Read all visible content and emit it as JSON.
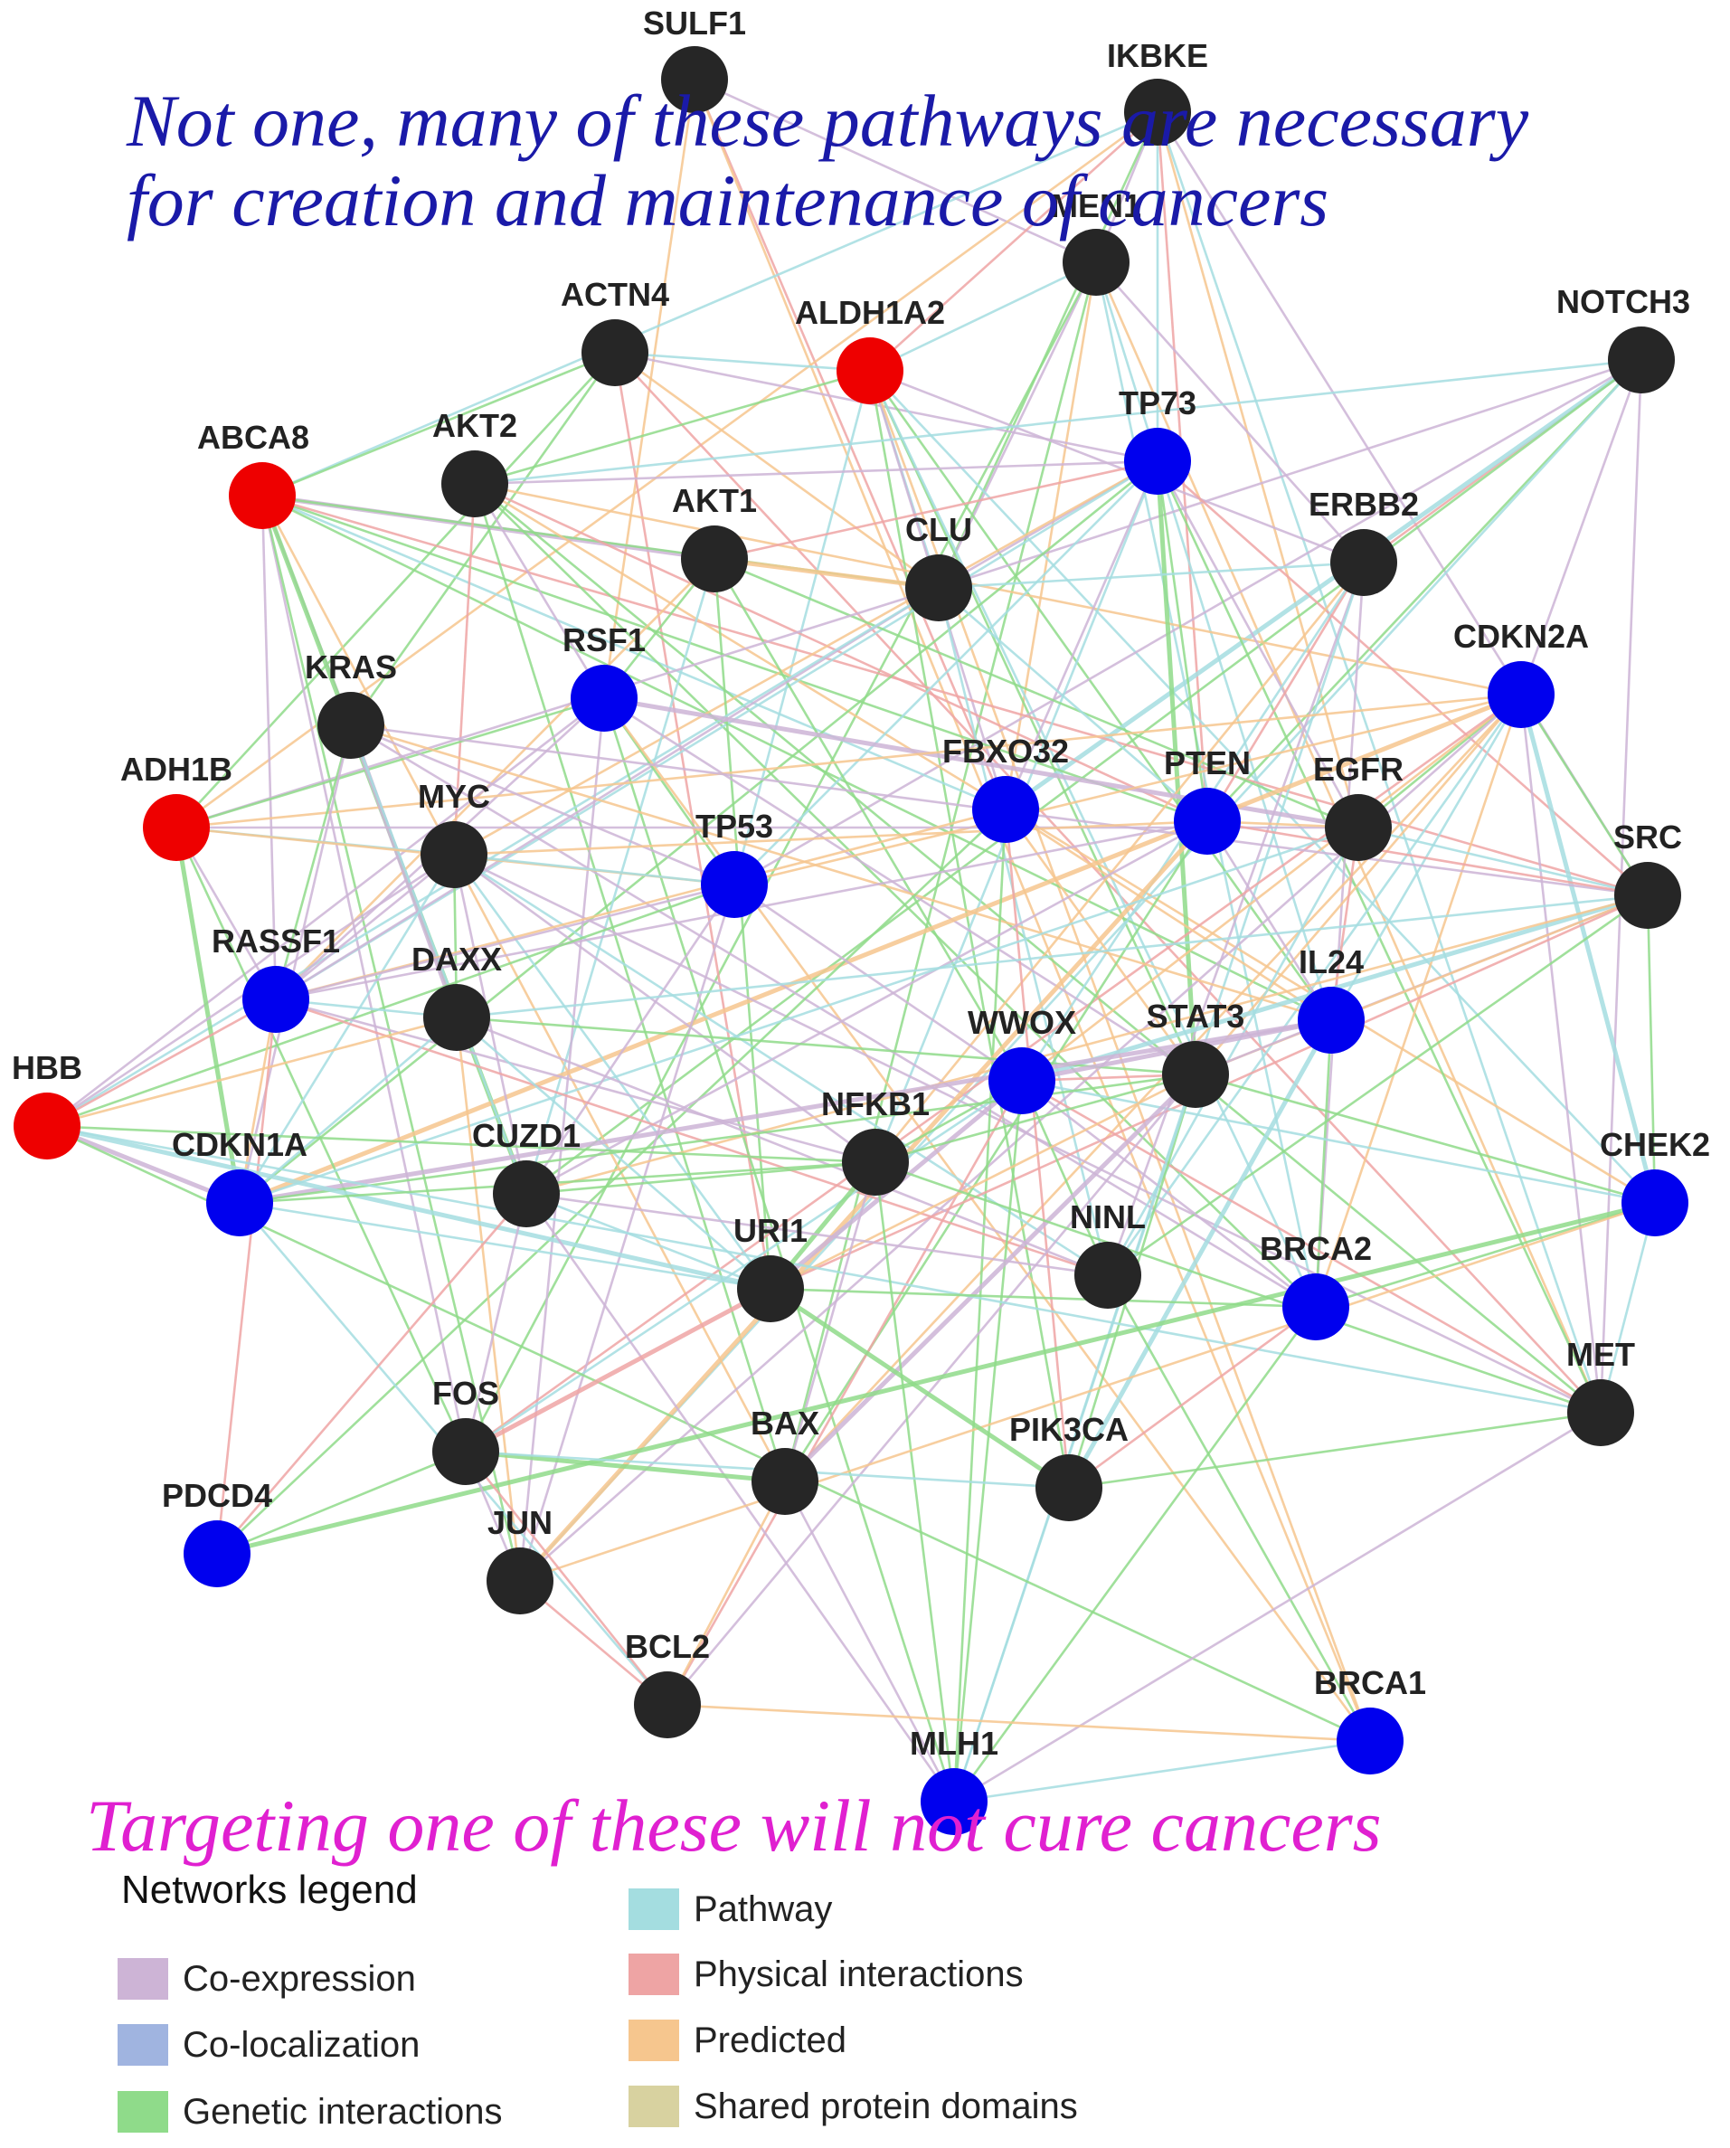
{
  "headline": {
    "line1": "Not one, many of these pathways are necessary",
    "line2": "for creation and maintenance of cancers"
  },
  "footline": "Targeting one of these will not cure cancers",
  "colors": {
    "red": "#ee0000",
    "blue": "#0000ee",
    "dark": "#262626"
  },
  "legend": {
    "title": "Networks legend",
    "items": [
      {
        "label": "Co-expression",
        "color": "#cdb4d6"
      },
      {
        "label": "Co-localization",
        "color": "#a0b4e0"
      },
      {
        "label": "Genetic interactions",
        "color": "#8fdb8a"
      },
      {
        "label": "Pathway",
        "color": "#a4dde0"
      },
      {
        "label": "Physical interactions",
        "color": "#eea4a4"
      },
      {
        "label": "Predicted",
        "color": "#f6c68e"
      },
      {
        "label": "Shared protein domains",
        "color": "#d8d2a0"
      }
    ]
  },
  "network": {
    "nodes": [
      {
        "id": "SULF1",
        "label": "SULF1",
        "color": "dark"
      },
      {
        "id": "IKBKE",
        "label": "IKBKE",
        "color": "dark"
      },
      {
        "id": "MEN1",
        "label": "MEN1",
        "color": "dark"
      },
      {
        "id": "ACTN4",
        "label": "ACTN4",
        "color": "dark"
      },
      {
        "id": "ALDH1A2",
        "label": "ALDH1A2",
        "color": "red"
      },
      {
        "id": "NOTCH3",
        "label": "NOTCH3",
        "color": "dark"
      },
      {
        "id": "ABCA8",
        "label": "ABCA8",
        "color": "red"
      },
      {
        "id": "AKT2",
        "label": "AKT2",
        "color": "dark"
      },
      {
        "id": "TP73",
        "label": "TP73",
        "color": "blue"
      },
      {
        "id": "AKT1",
        "label": "AKT1",
        "color": "dark"
      },
      {
        "id": "CLU",
        "label": "CLU",
        "color": "dark"
      },
      {
        "id": "ERBB2",
        "label": "ERBB2",
        "color": "dark"
      },
      {
        "id": "RSF1",
        "label": "RSF1",
        "color": "blue"
      },
      {
        "id": "CDKN2A",
        "label": "CDKN2A",
        "color": "blue"
      },
      {
        "id": "KRAS",
        "label": "KRAS",
        "color": "dark"
      },
      {
        "id": "ADH1B",
        "label": "ADH1B",
        "color": "red"
      },
      {
        "id": "MYC",
        "label": "MYC",
        "color": "dark"
      },
      {
        "id": "FBXO32",
        "label": "FBXO32",
        "color": "blue"
      },
      {
        "id": "PTEN",
        "label": "PTEN",
        "color": "blue"
      },
      {
        "id": "EGFR",
        "label": "EGFR",
        "color": "dark"
      },
      {
        "id": "TP53",
        "label": "TP53",
        "color": "blue"
      },
      {
        "id": "SRC",
        "label": "SRC",
        "color": "dark"
      },
      {
        "id": "RASSF1",
        "label": "RASSF1",
        "color": "blue"
      },
      {
        "id": "DAXX",
        "label": "DAXX",
        "color": "dark"
      },
      {
        "id": "IL24",
        "label": "IL24",
        "color": "blue"
      },
      {
        "id": "WWOX",
        "label": "WWOX",
        "color": "blue"
      },
      {
        "id": "STAT3",
        "label": "STAT3",
        "color": "dark"
      },
      {
        "id": "HBB",
        "label": "HBB",
        "color": "red"
      },
      {
        "id": "NFKB1",
        "label": "NFKB1",
        "color": "dark"
      },
      {
        "id": "CDKN1A",
        "label": "CDKN1A",
        "color": "blue"
      },
      {
        "id": "CUZD1",
        "label": "CUZD1",
        "color": "dark"
      },
      {
        "id": "CHEK2",
        "label": "CHEK2",
        "color": "blue"
      },
      {
        "id": "URI1",
        "label": "URI1",
        "color": "dark"
      },
      {
        "id": "NINL",
        "label": "NINL",
        "color": "dark"
      },
      {
        "id": "BRCA2",
        "label": "BRCA2",
        "color": "blue"
      },
      {
        "id": "MET",
        "label": "MET",
        "color": "dark"
      },
      {
        "id": "FOS",
        "label": "FOS",
        "color": "dark"
      },
      {
        "id": "BAX",
        "label": "BAX",
        "color": "dark"
      },
      {
        "id": "PIK3CA",
        "label": "PIK3CA",
        "color": "dark"
      },
      {
        "id": "PDCD4",
        "label": "PDCD4",
        "color": "blue"
      },
      {
        "id": "JUN",
        "label": "JUN",
        "color": "dark"
      },
      {
        "id": "BCL2",
        "label": "BCL2",
        "color": "dark"
      },
      {
        "id": "BRCA1",
        "label": "BRCA1",
        "color": "blue"
      },
      {
        "id": "MLH1",
        "label": "MLH1",
        "color": "blue"
      }
    ]
  }
}
